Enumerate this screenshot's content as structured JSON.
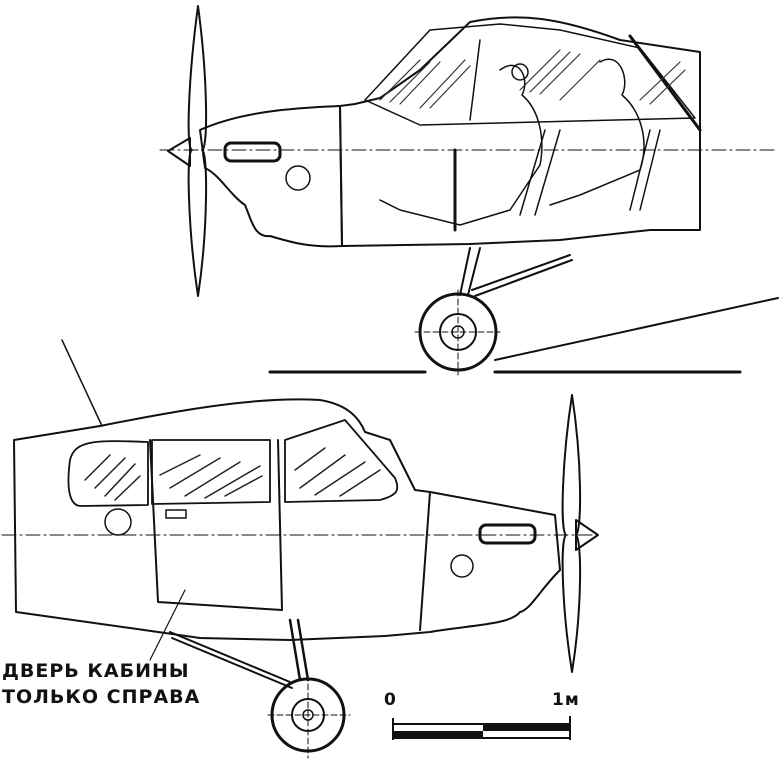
{
  "diagram": {
    "subject": "Light two-seat high-wing aircraft cabin — side views",
    "views": [
      {
        "id": "cutaway",
        "description": "Left side cutaway view with pilot and passenger seated in tandem"
      },
      {
        "id": "exterior",
        "description": "Right side exterior view showing cabin door"
      }
    ],
    "caption": {
      "line1": "ДВЕРЬ КАБИНЫ",
      "line2": "ТОЛЬКО СПРАВА"
    },
    "scale_bar": {
      "start_label": "0",
      "end_label": "1м"
    },
    "colors": {
      "ink": "#111111",
      "paper": "#ffffff"
    }
  }
}
